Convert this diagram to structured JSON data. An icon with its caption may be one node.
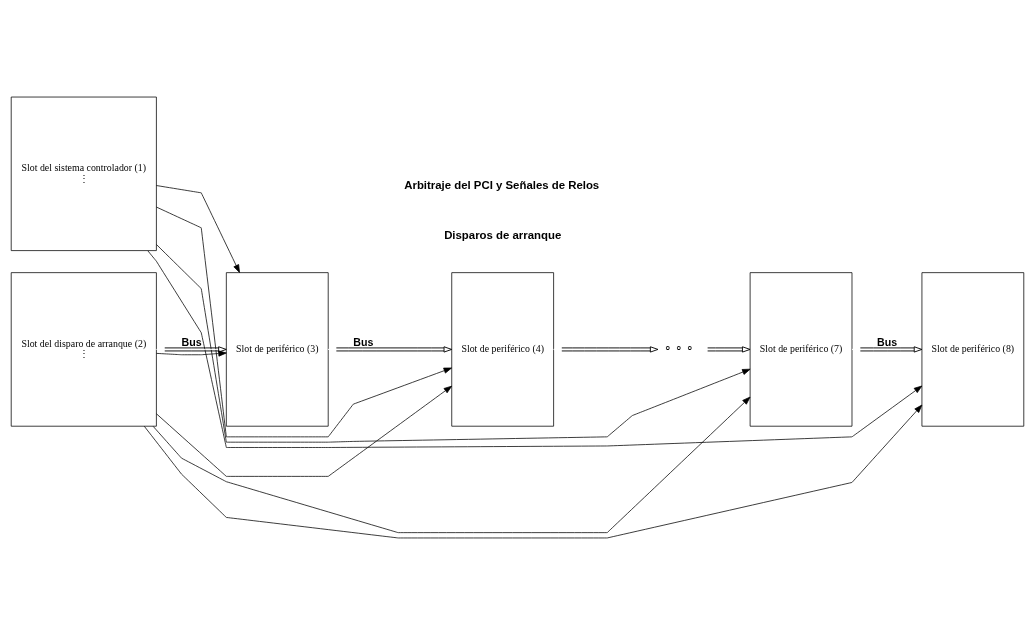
{
  "diagram": {
    "nodes": [
      {
        "text": [
          "Slot del sistema controlador (1)",
          "⋮"
        ]
      },
      {
        "text": [
          "Slot del disparo de arranque (2)",
          "⋮"
        ]
      },
      {
        "text": [
          "Slot de periférico (3)"
        ]
      },
      {
        "text": [
          "Slot de periférico (4)"
        ]
      },
      {
        "text": [
          "∘ ∘ ∘"
        ]
      },
      {
        "text": [
          "Slot de periférico (7)"
        ]
      },
      {
        "text": [
          "Slot de periférico (8)"
        ]
      }
    ],
    "edges": [
      {
        "from": 1,
        "to": 2,
        "arrow": "both",
        "label": "Bus"
      },
      {
        "from": 2,
        "to": 3,
        "arrow": "both",
        "label": "Bus"
      },
      {
        "from": 3,
        "to": 4,
        "arrow": "both"
      },
      {
        "from": 4,
        "to": 5,
        "arrow": "both"
      },
      {
        "from": 5,
        "to": 6,
        "arrow": "both",
        "label": "Bus"
      },
      {
        "from": 1,
        "to": 2,
        "arrow": "to"
      },
      {
        "from": 1,
        "to": 3,
        "arrow": "to"
      },
      {
        "from": 1,
        "to": 5,
        "arrow": "to"
      },
      {
        "from": 1,
        "to": 6,
        "arrow": "to"
      },
      {
        "from": 0,
        "to": 2,
        "arrow": "to"
      },
      {
        "from": 0,
        "to": 3,
        "arrow": "to"
      },
      {
        "from": 0,
        "to": 5,
        "arrow": "to"
      },
      {
        "from": 0,
        "to": 6,
        "arrow": "to"
      }
    ],
    "labels": [
      "Disparos de arranque",
      "Arbitraje del PCI y Señales de Relos"
    ]
  }
}
